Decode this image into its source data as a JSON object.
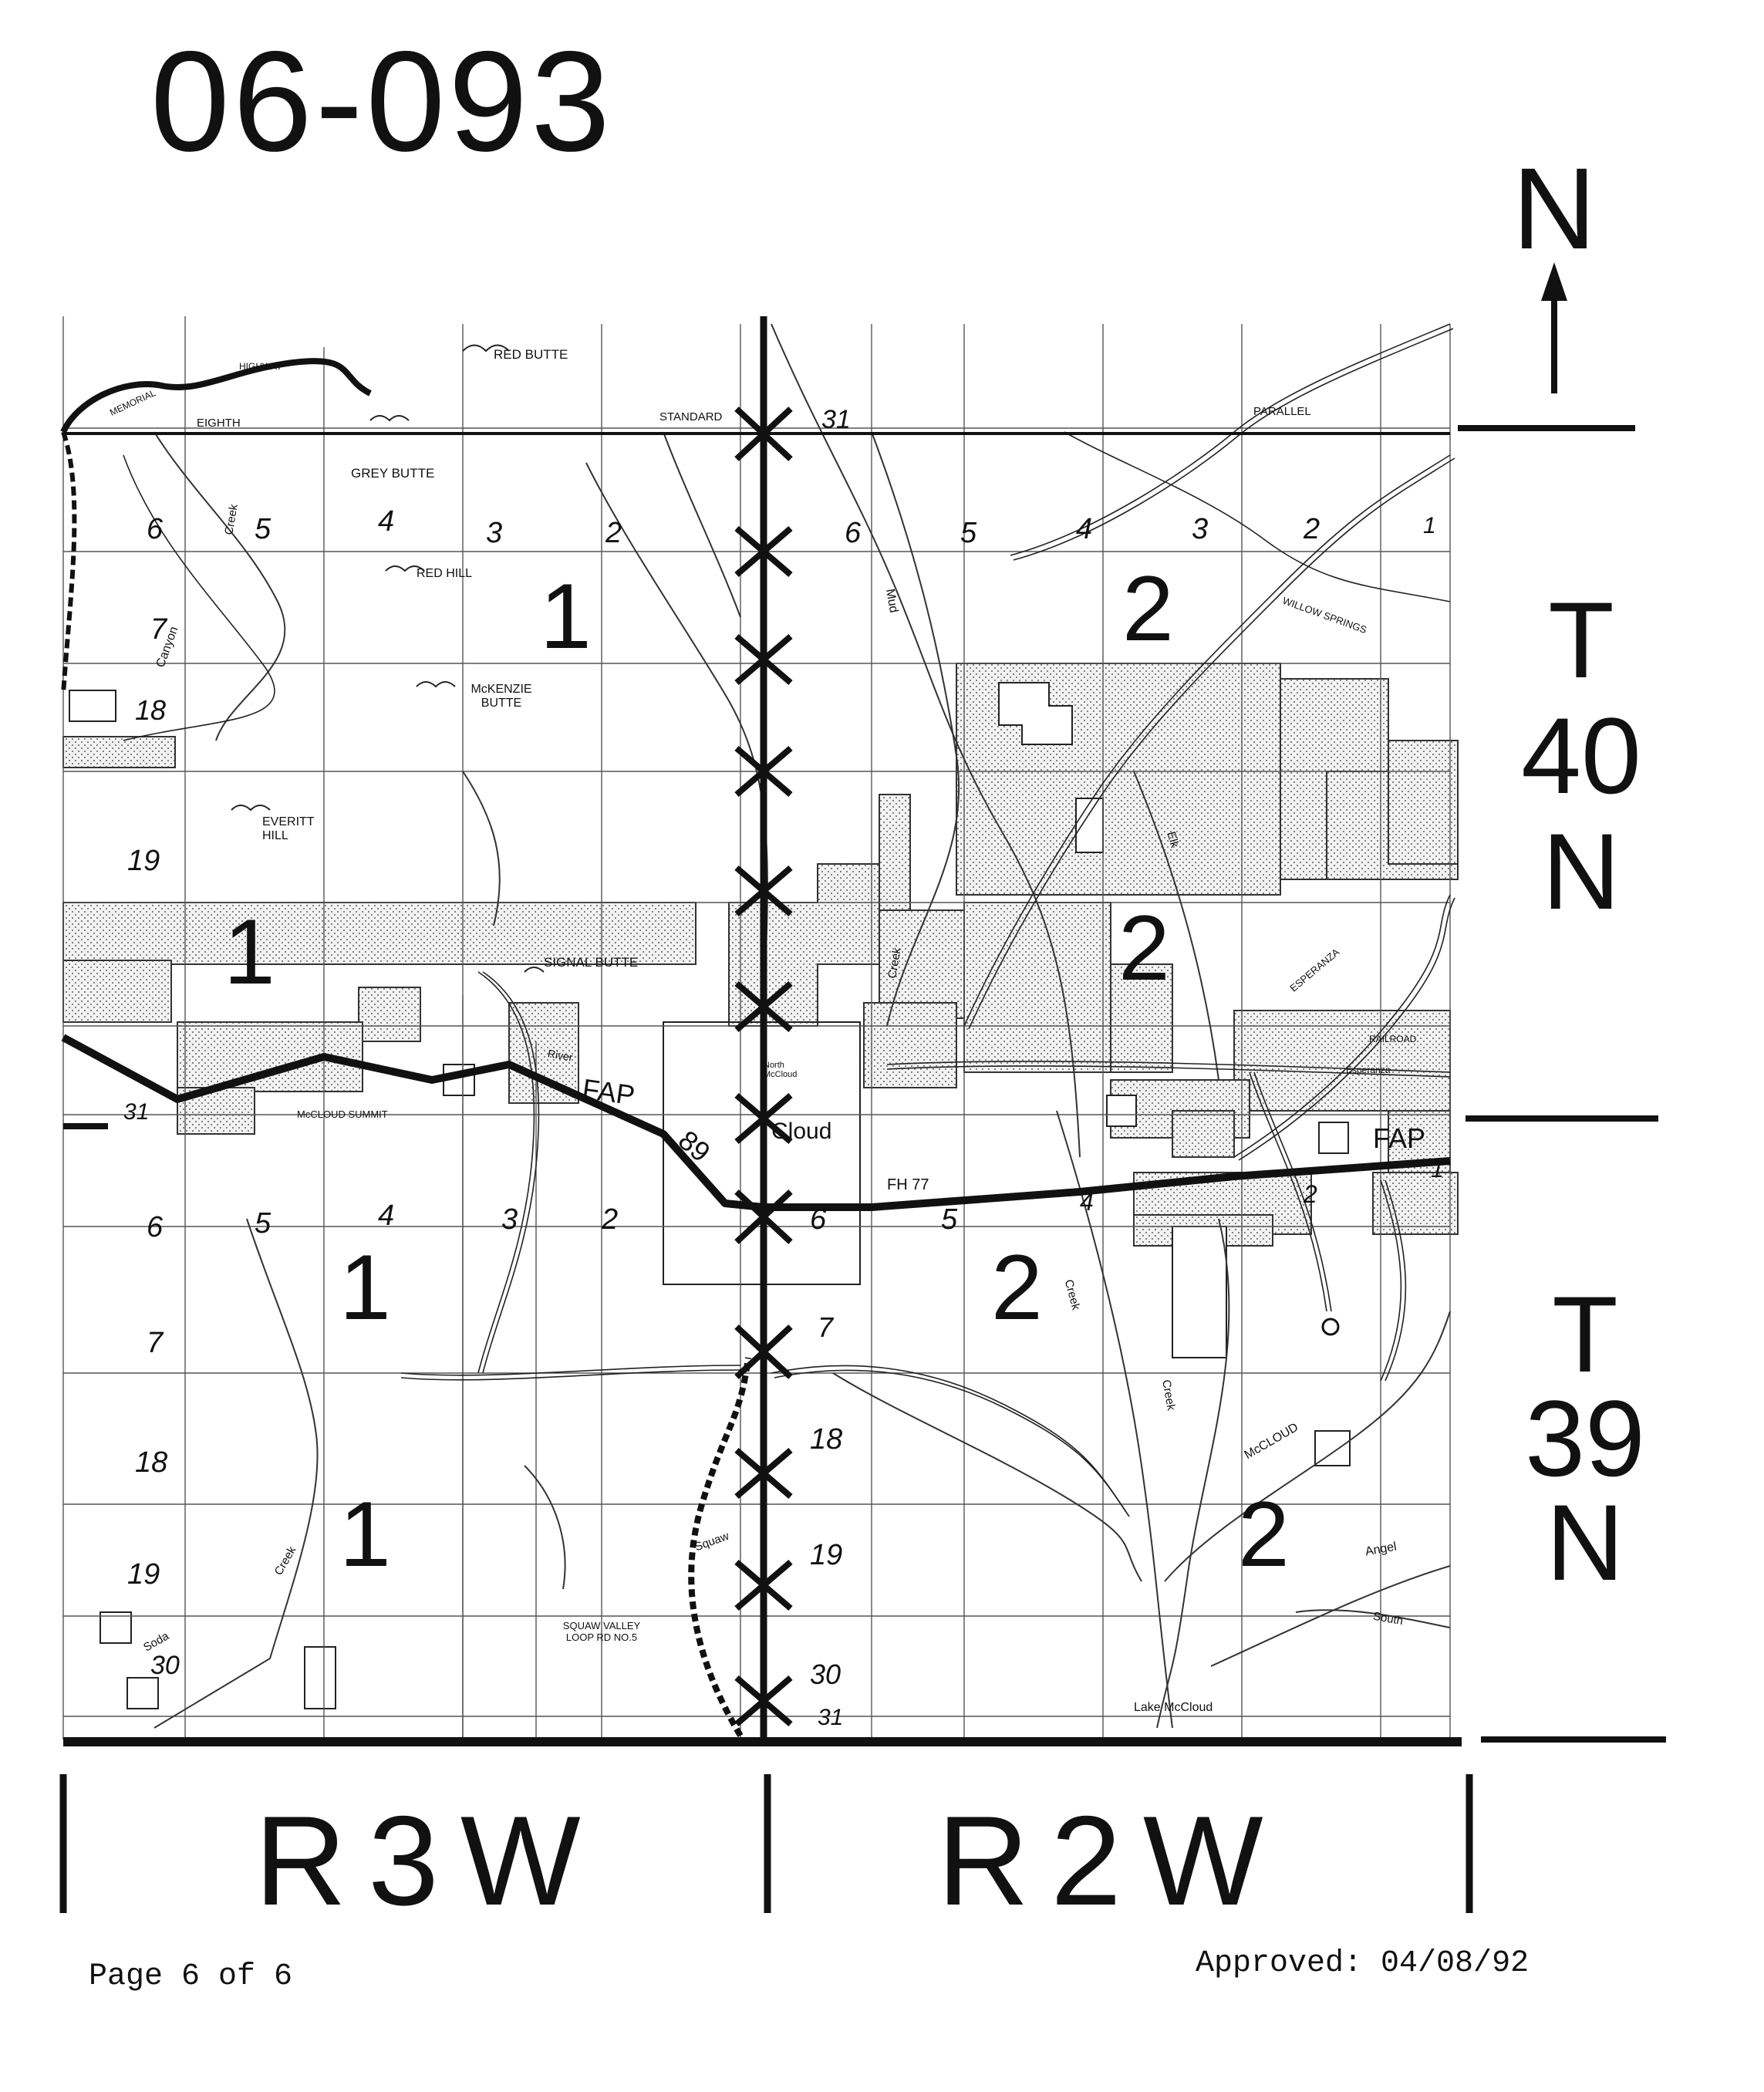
{
  "document": {
    "id": "06-093",
    "page_label": "Page 6 of 6",
    "approved_label": "Approved: 04/08/92"
  },
  "compass": {
    "label": "N"
  },
  "townships": [
    {
      "line1": "T",
      "line2": "40",
      "line3": "N"
    },
    {
      "line1": "T",
      "line2": "39",
      "line3": "N"
    }
  ],
  "ranges": [
    "R3W",
    "R2W"
  ],
  "zones": [
    "1",
    "1",
    "1",
    "1",
    "2",
    "2",
    "2",
    "2"
  ],
  "route_labels": {
    "fap_west": "FAP",
    "fap_number": "89",
    "fap_east": "FAP",
    "fh": "FH 77",
    "town": "Cloud"
  },
  "place_labels": [
    "RED BUTTE",
    "GREY BUTTE",
    "RED HILL",
    "McKENZIE BUTTE",
    "EVERITT HILL",
    "SIGNAL BUTTE",
    "STANDARD",
    "PARALLEL",
    "EIGHTH",
    "HIGHWAY",
    "MEMORIAL",
    "McCLOUD SUMMIT",
    "SQUAW VALLEY LOOP RD NO.5",
    "Lake McCloud",
    "McCLOUD",
    "ESPERANZA",
    "RAILROAD",
    "Esperanza",
    "WILLOW SPRINGS",
    "North McCloud"
  ],
  "water_labels": [
    "Creek",
    "Canyon",
    "Mud",
    "Creek",
    "Elk",
    "River",
    "Squaw",
    "Creek",
    "Creek",
    "Angel",
    "South",
    "Soda",
    "Creek"
  ],
  "section_numbers": {
    "west": [
      "6",
      "5",
      "4",
      "3",
      "2",
      "7",
      "18",
      "19",
      "31",
      "6",
      "5",
      "4",
      "3",
      "2",
      "7",
      "18",
      "19",
      "30"
    ],
    "east": [
      "31",
      "6",
      "5",
      "4",
      "3",
      "2",
      "1",
      "6",
      "5",
      "4",
      "2",
      "1",
      "7",
      "18",
      "19",
      "30",
      "31"
    ]
  }
}
